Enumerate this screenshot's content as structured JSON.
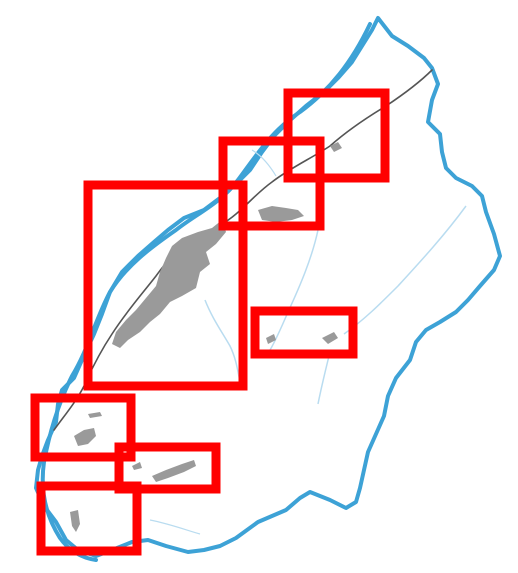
{
  "map": {
    "colors": {
      "boundary": "#3da2d6",
      "river": "#3da2d6",
      "stream": "#b9dcf0",
      "road": "#555555",
      "urban": "#9a9a9a",
      "highlight": "#ff0000",
      "background": "#ffffff"
    },
    "highlights": [
      {
        "id": "north-east-town"
      },
      {
        "id": "north-town"
      },
      {
        "id": "main-city"
      },
      {
        "id": "east-settlement"
      },
      {
        "id": "south-west-town"
      },
      {
        "id": "south-settlement"
      },
      {
        "id": "south-tip-town"
      }
    ]
  }
}
